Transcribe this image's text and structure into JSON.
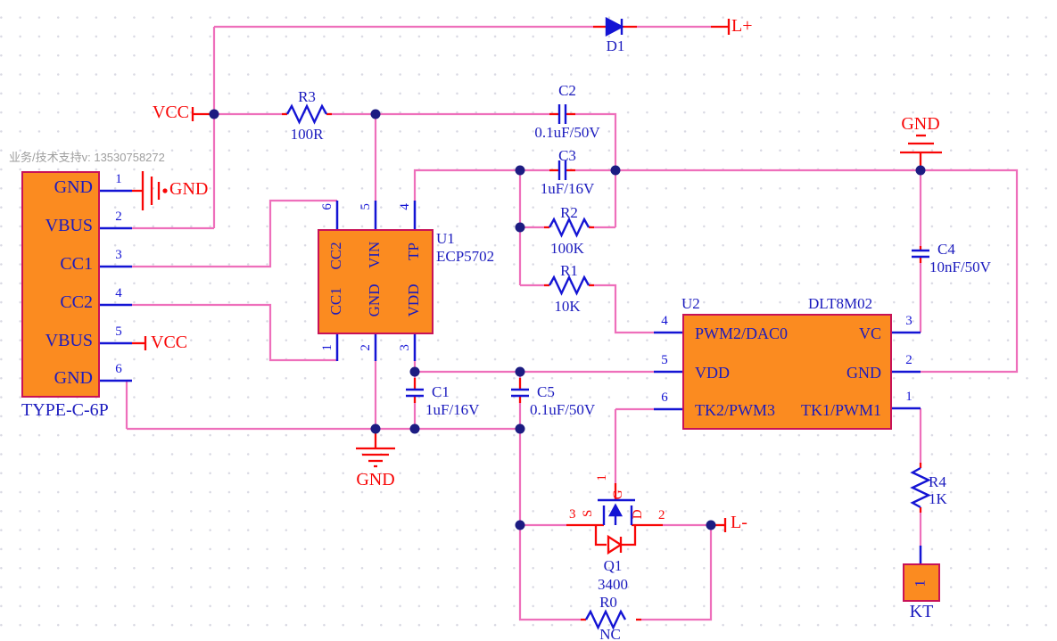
{
  "watermark": "业务/技术支持v: 13530758272",
  "connector": {
    "title": "TYPE-C-6P",
    "pins": [
      {
        "num": "1",
        "name": "GND"
      },
      {
        "num": "2",
        "name": "VBUS"
      },
      {
        "num": "3",
        "name": "CC1"
      },
      {
        "num": "4",
        "name": "CC2"
      },
      {
        "num": "5",
        "name": "VBUS"
      },
      {
        "num": "6",
        "name": "GND"
      }
    ]
  },
  "u1": {
    "ref": "U1",
    "part": "ECP5702",
    "top_pins": [
      {
        "num": "6",
        "name": "CC2"
      },
      {
        "num": "5",
        "name": "VIN"
      },
      {
        "num": "4",
        "name": "TP"
      }
    ],
    "bottom_pins": [
      {
        "num": "1",
        "name": "CC1"
      },
      {
        "num": "2",
        "name": "GND"
      },
      {
        "num": "3",
        "name": "VDD"
      }
    ]
  },
  "u2": {
    "ref": "U2",
    "part": "DLT8M02",
    "left_pins": [
      {
        "num": "4",
        "name": "PWM2/DAC0"
      },
      {
        "num": "5",
        "name": "VDD"
      },
      {
        "num": "6",
        "name": "TK2/PWM3"
      }
    ],
    "right_pins": [
      {
        "num": "3",
        "name": "VC"
      },
      {
        "num": "2",
        "name": "GND"
      },
      {
        "num": "1",
        "name": "TK1/PWM1"
      }
    ]
  },
  "kt": {
    "ref": "KT",
    "pin": "1"
  },
  "resistors": {
    "r3": {
      "ref": "R3",
      "value": "100R"
    },
    "r2": {
      "ref": "R2",
      "value": "100K"
    },
    "r1": {
      "ref": "R1",
      "value": "10K"
    },
    "r4": {
      "ref": "R4",
      "value": "1K"
    },
    "r0": {
      "ref": "R0",
      "value": "NC"
    }
  },
  "capacitors": {
    "c2": {
      "ref": "C2",
      "value": "0.1uF/50V"
    },
    "c3": {
      "ref": "C3",
      "value": "1uF/16V"
    },
    "c1": {
      "ref": "C1",
      "value": "1uF/16V"
    },
    "c5": {
      "ref": "C5",
      "value": "0.1uF/50V"
    },
    "c4": {
      "ref": "C4",
      "value": "10nF/50V"
    }
  },
  "diode": {
    "ref": "D1"
  },
  "mosfet": {
    "ref": "Q1",
    "value": "3400",
    "gate_label": "G",
    "source_label": "S",
    "drain_label": "D",
    "gate_pin": "1",
    "source_pin": "3",
    "drain_pin": "2"
  },
  "nets": {
    "vcc": "VCC",
    "gnd": "GND",
    "lplus": "L+",
    "lminus": "L-"
  },
  "colors": {
    "wire": "#ee6fbb",
    "symbol_blue": "#1414d4",
    "text_blue": "#1b1bbe",
    "net_red": "#f80606",
    "chip_fill": "#fb8b20",
    "chip_border": "#c81257",
    "junction": "#1c1c82",
    "watermark_gray": "#9e9e9e"
  }
}
